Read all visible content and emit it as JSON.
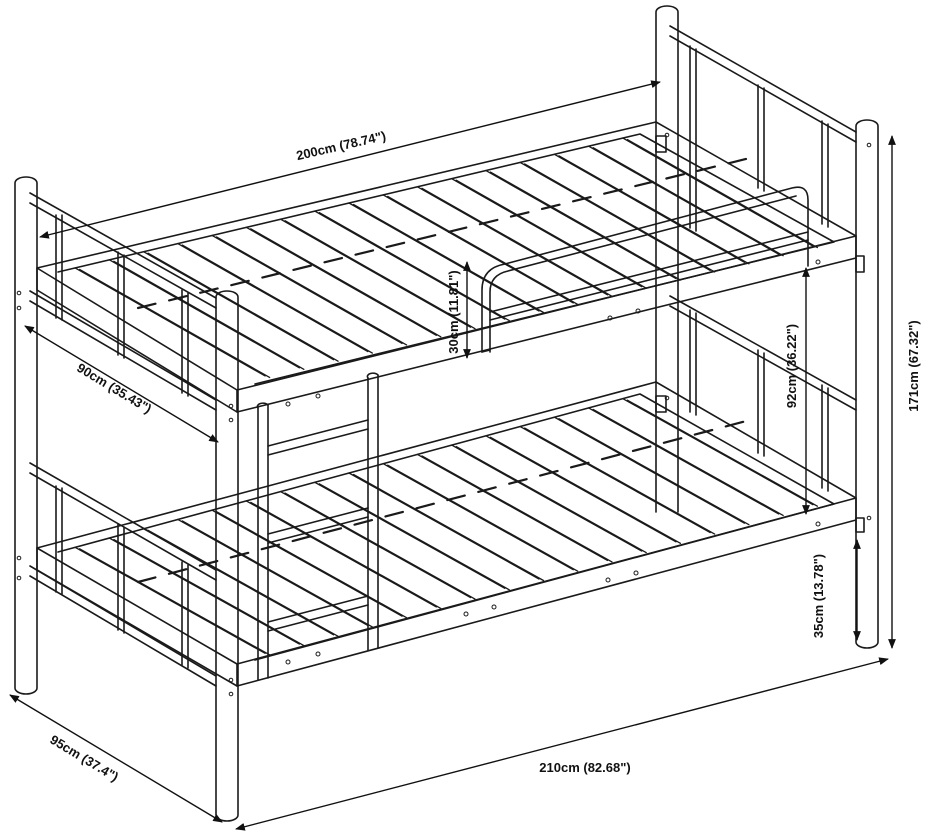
{
  "diagram": {
    "stroke_color": "#1a1a1a",
    "background": "#ffffff",
    "dimensions": {
      "length_top": "200cm (78.74\")",
      "width_inner": "90cm (35.43\")",
      "guard_height": "30cm (11.81\")",
      "bunk_clearance": "92cm (36.22\")",
      "total_height": "171cm (67.32\")",
      "bottom_clearance": "35cm (13.78\")",
      "depth_outer": "95cm (37.4\")",
      "length_outer": "210cm (82.68\")"
    }
  }
}
